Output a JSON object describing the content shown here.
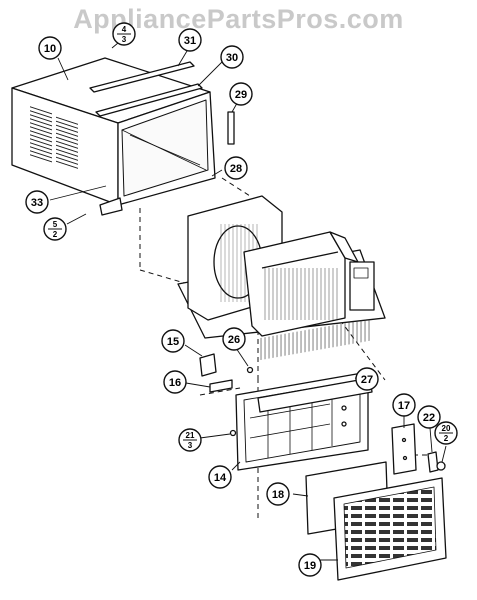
{
  "watermark": "AppliancePartsPros.com",
  "callouts": [
    {
      "id": "c10",
      "top": "10"
    },
    {
      "id": "c4",
      "top": "4",
      "bottom": "3"
    },
    {
      "id": "c31",
      "top": "31"
    },
    {
      "id": "c30",
      "top": "30"
    },
    {
      "id": "c29",
      "top": "29"
    },
    {
      "id": "c28",
      "top": "28"
    },
    {
      "id": "c33",
      "top": "33"
    },
    {
      "id": "c5",
      "top": "5",
      "bottom": "2"
    },
    {
      "id": "c15",
      "top": "15"
    },
    {
      "id": "c26",
      "top": "26"
    },
    {
      "id": "c27",
      "top": "27"
    },
    {
      "id": "c16",
      "top": "16"
    },
    {
      "id": "c17",
      "top": "17"
    },
    {
      "id": "c22",
      "top": "22"
    },
    {
      "id": "c20",
      "top": "20",
      "bottom": "2"
    },
    {
      "id": "c21",
      "top": "21",
      "bottom": "3"
    },
    {
      "id": "c14",
      "top": "14"
    },
    {
      "id": "c18",
      "top": "18"
    },
    {
      "id": "c19",
      "top": "19"
    }
  ]
}
